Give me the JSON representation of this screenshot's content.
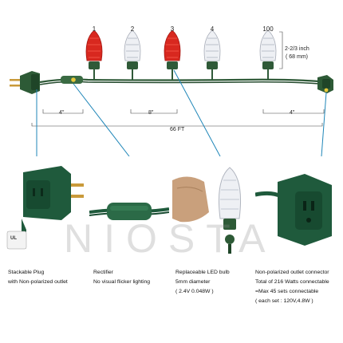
{
  "top": {
    "bulb_numbers": [
      "1",
      "2",
      "3",
      "4",
      "100"
    ],
    "bulb_height_label": "2-2/3 inch",
    "bulb_height_mm": "( 68 mm)",
    "lead_left": "4″",
    "spacing": "8″",
    "lead_right": "4″",
    "total_length": "66 FT"
  },
  "panels": {
    "plug_badge": "UL",
    "watermark": "NIOSTA"
  },
  "captions": {
    "plug": [
      "Stackable Plug",
      "with Non-polarized outlet"
    ],
    "rectifier": [
      "Rectifier",
      "No visual flicker lighting"
    ],
    "bulb": [
      "Replaceable LED bulb",
      "5mm diameter",
      "( 2.4V 0.048W )"
    ],
    "connector": [
      "Non-polarized outlet connector",
      "Total of 216 Watts connectable",
      "=Max 45 sets connectable",
      "( each set : 120V,4.8W )"
    ]
  },
  "colors": {
    "wire": "#2f5a38",
    "red_bulb": "#d8281f",
    "white_bulb": "#eef0f4",
    "pointer": "#1f86b8"
  }
}
